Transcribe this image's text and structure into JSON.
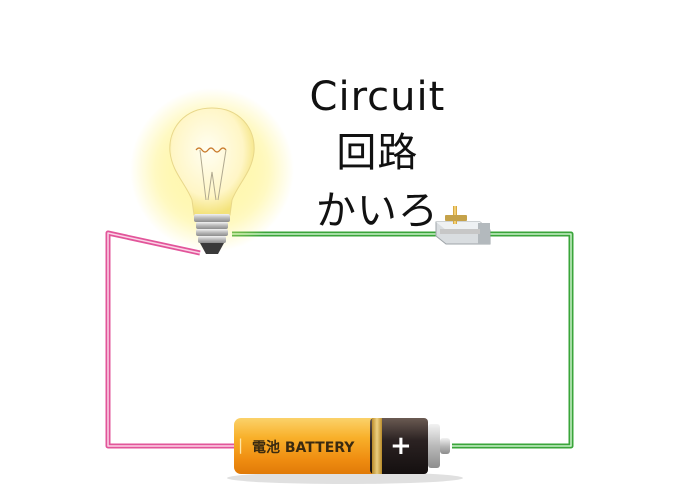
{
  "title": {
    "english": "Circuit",
    "kanji": "回路",
    "kana": "かいろ"
  },
  "battery": {
    "label": "電池 BATTERY",
    "minus_sign": "|",
    "plus_sign": "+"
  },
  "colors": {
    "negative_wire": "#e2559a",
    "positive_wire": "#3aa53a",
    "battery_body": "#f39c1a",
    "battery_cap": "#2b2222",
    "bulb_glow": "#fff27a"
  },
  "components": {
    "bulb": "light-bulb",
    "switch": "knife-switch",
    "battery": "aa-battery"
  }
}
